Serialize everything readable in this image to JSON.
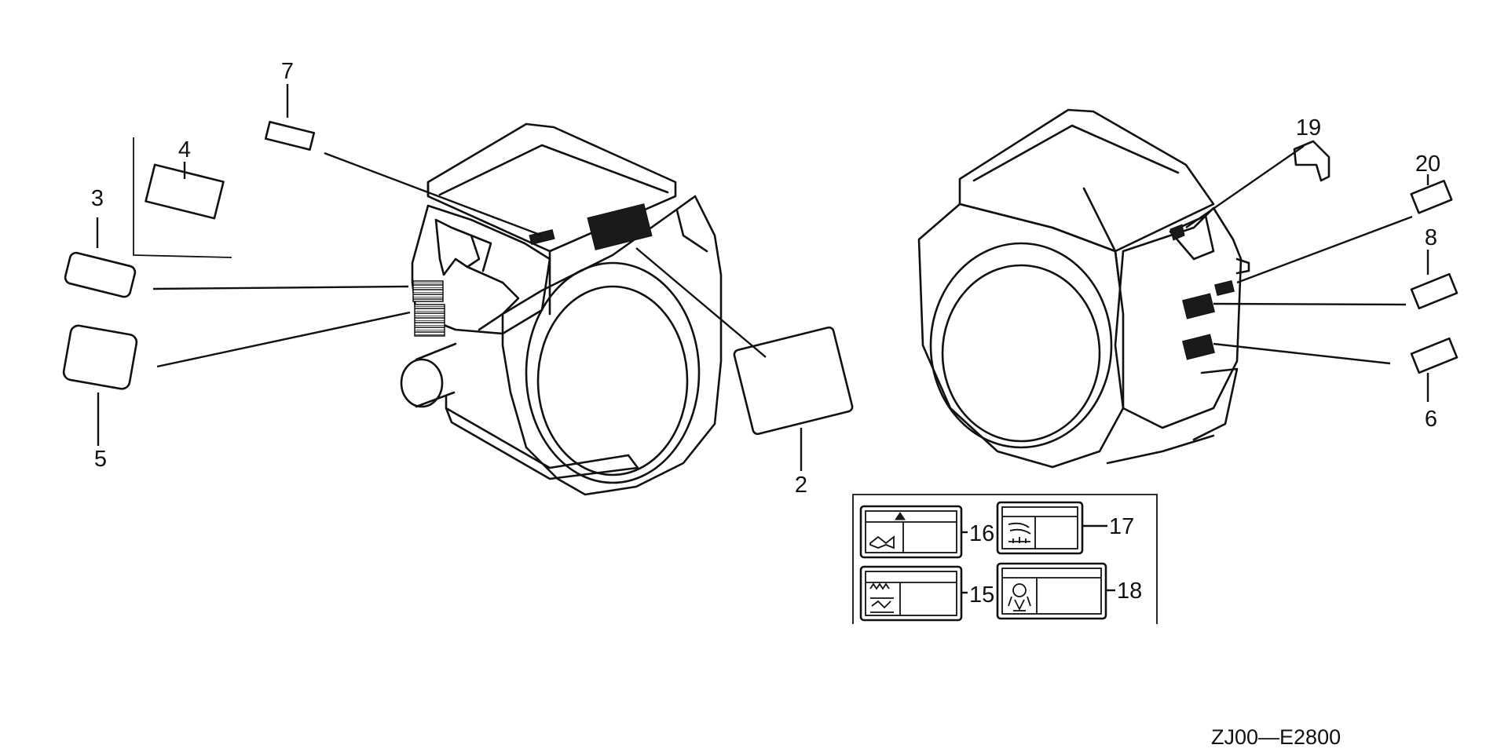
{
  "callouts": [
    {
      "id": "c2",
      "label": "2"
    },
    {
      "id": "c3",
      "label": "3"
    },
    {
      "id": "c4",
      "label": "4"
    },
    {
      "id": "c5",
      "label": "5"
    },
    {
      "id": "c6",
      "label": "6"
    },
    {
      "id": "c7",
      "label": "7"
    },
    {
      "id": "c8",
      "label": "8"
    },
    {
      "id": "c15",
      "label": "15"
    },
    {
      "id": "c16",
      "label": "16"
    },
    {
      "id": "c17",
      "label": "17"
    },
    {
      "id": "c18",
      "label": "18"
    },
    {
      "id": "c19",
      "label": "19"
    },
    {
      "id": "c20",
      "label": "20"
    }
  ],
  "diagram_code": "ZJ00—E2800"
}
